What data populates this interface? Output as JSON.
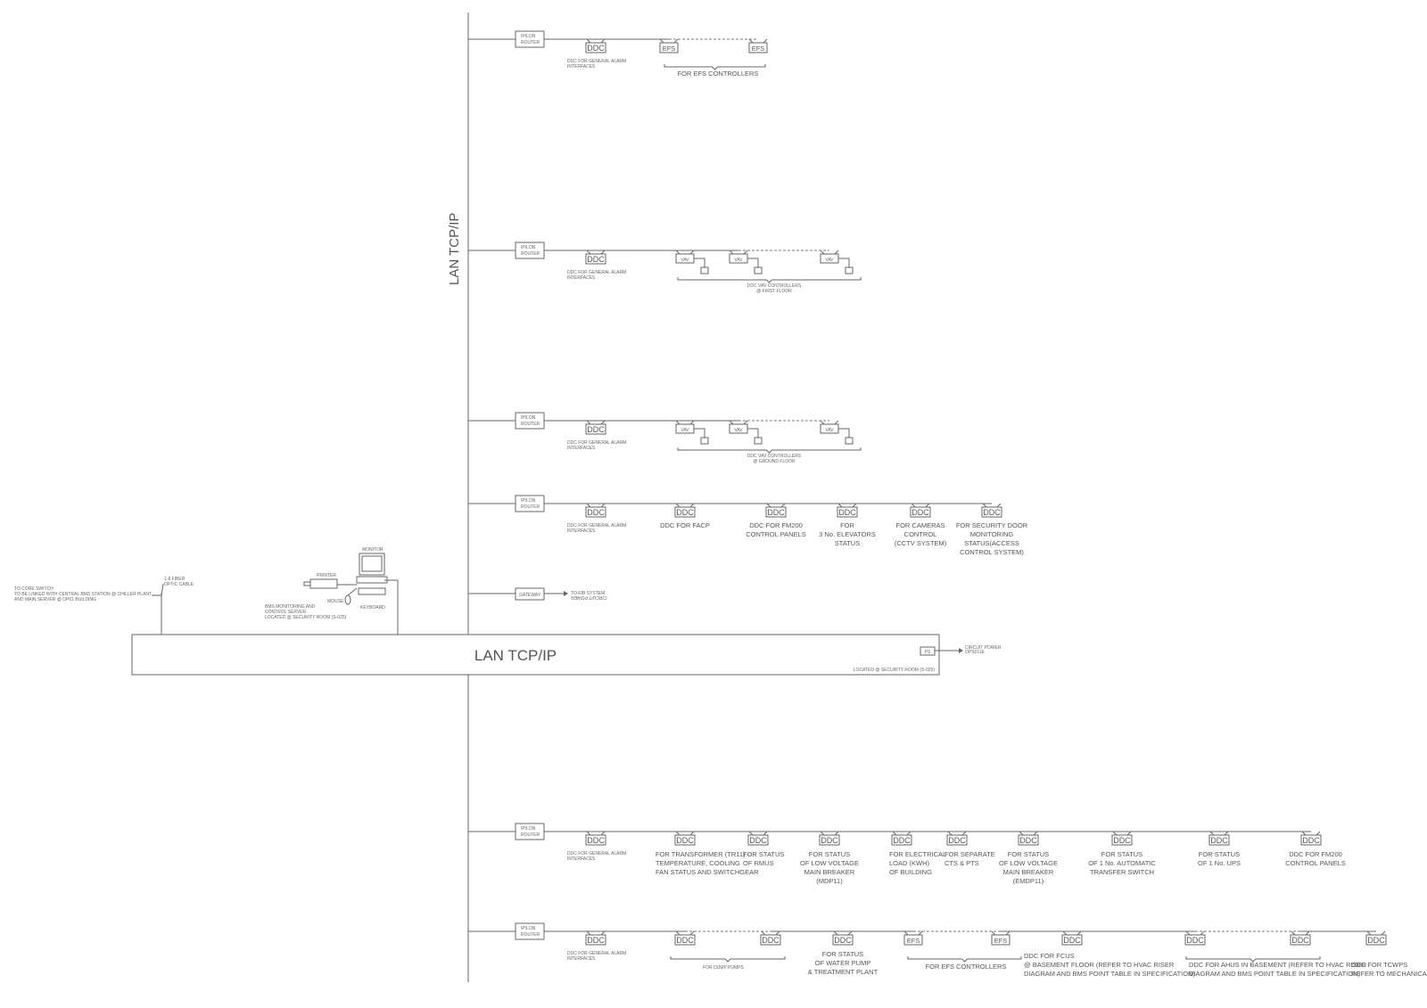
{
  "lan_vertical_label": "LAN TCP/IP",
  "lan_box_label": "LAN TCP/IP",
  "lan_box_note": "LOCATED @ SECURITY ROOM (S-025)",
  "ps_label": "PS",
  "ps_note": [
    "CIRCUIT POWER",
    "OPS011E"
  ],
  "router_label": [
    "IP/LON",
    "ROUTER"
  ],
  "gateway_label": "GATEWAY",
  "gateway_note": [
    "TO EIB SYSTEM",
    "CIRCUIT POWER"
  ],
  "core_switch_note": [
    "TO CORE SWITCH",
    "TO BE LINKED WITH CENTRAL BMS STATION @ CHILLER PLANT",
    "AND MAIN SERVER @ OP01 BUILDING"
  ],
  "fiber_note": [
    "1-8 FIBER",
    "OPTIC CABLE"
  ],
  "workstation": {
    "monitor": "MONITOR",
    "printer": "PRINTER",
    "mouse": "MOUSE",
    "keyboard": "KEYBOARD",
    "server_note": [
      "BMS MONITORING AND",
      "CONTROL SERVER",
      "LOCATED @ SECURITY ROOM (S-025)"
    ]
  },
  "general_alarm": [
    "DDC FOR GENERAL ALARM",
    "INTERFACES"
  ],
  "row1": {
    "efs": "EFS",
    "group": "FOR EFS CONTROLLERS"
  },
  "row2": {
    "vav": "VAV",
    "group": [
      "DDC VAV CONTROLLERS",
      "@ FIRST FLOOR"
    ]
  },
  "row3": {
    "vav": "VAV",
    "group": [
      "DDC VAV CONTROLLERS",
      "@ GROUND FLOOR"
    ]
  },
  "row4": [
    [
      "DDC FOR FACP"
    ],
    [
      "DDC FOR FM200",
      "CONTROL PANELS"
    ],
    [
      "FOR",
      "3 No. ELEVATORS",
      "STATUS"
    ],
    [
      "FOR  CAMERAS",
      "CONTROL",
      "(CCTV SYSTEM)"
    ],
    [
      "FOR SECURITY DOOR",
      "MONITORING",
      "STATUS(ACCESS",
      "CONTROL SYSTEM)"
    ]
  ],
  "row5": [
    [
      "FOR TRANSFORMER (TR11)",
      "TEMPERATURE, COOLING",
      "FAN STATUS AND SWITCHGEAR"
    ],
    [
      "FOR STATUS",
      "OF RMUS"
    ],
    [
      "FOR STATUS",
      "OF LOW VOLTAGE",
      "MAIN BREAKER",
      "(MDP11)"
    ],
    [
      "FOR ELECTRICAL",
      "LOAD (KWH)",
      "OF BUILDING"
    ],
    [
      "FOR SEPARATE",
      "CTS & PTS"
    ],
    [
      "FOR STATUS",
      "OF LOW VOLTAGE",
      "MAIN BREAKER",
      "(EMDP11)"
    ],
    [
      "FOR STATUS",
      "OF 1 No. AUTOMATIC",
      "TRANSFER SWITCH"
    ],
    [
      "FOR STATUS",
      "OF 1 No. UPS"
    ],
    [
      "DDC FOR FM200",
      "CONTROL PANELS"
    ]
  ],
  "row6": {
    "dump": "FOR DUMP PUMPS",
    "water": [
      "FOR STATUS",
      "OF WATER PUMP",
      "& TREATMENT PLANT"
    ],
    "efs_group": "FOR EFS CONTROLLERS",
    "fcus": [
      "DDC FOR FCUS",
      "@ BASEMENT FLOOR (REFER  TO HVAC RISER",
      "DIAGRAM AND BMS POINT TABLE  IN SPECIFICATION)"
    ],
    "ahus": [
      "DDC FOR AHUS IN BASEMENT (REFER TO HVAC RISER",
      "DIAGRAM AND BMS POINT TABLE IN SPECIFICATION)"
    ],
    "tcwps": [
      "DDC FOR TCWPS",
      "REFER TO MECHANICAL"
    ]
  },
  "ddc_label": "DDC"
}
